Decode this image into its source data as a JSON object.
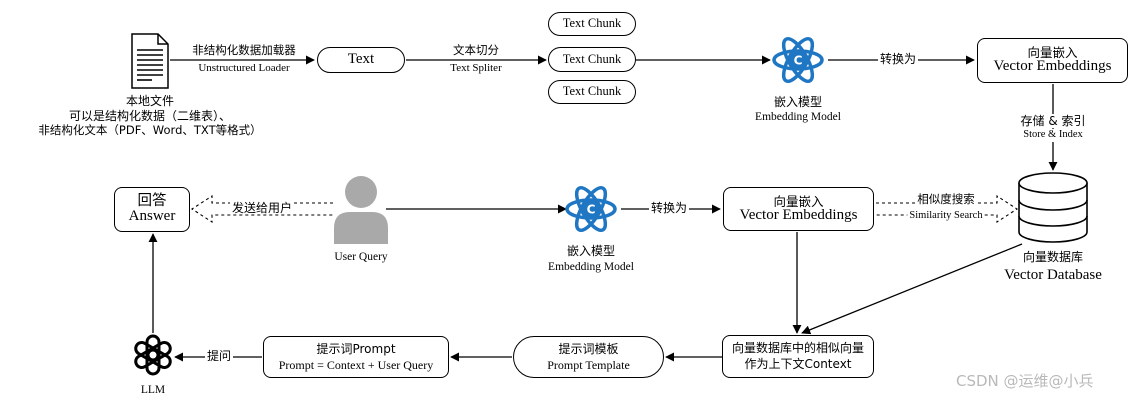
{
  "colors": {
    "embed_blue": "#1f77c4",
    "user_gray": "#a9a9a9",
    "line": "#000000"
  },
  "document": {
    "label_zh": "本地文件",
    "desc_line1": "可以是结构化数据（二维表）、",
    "desc_line2": "非结构化文本（PDF、Word、TXT等格式）",
    "icon": "document-icon"
  },
  "loader": {
    "zh": "非结构化数据加载器",
    "en": "Unstructured Loader"
  },
  "text_box": "Text",
  "splitter": {
    "zh": "文本切分",
    "en": "Text Spliter"
  },
  "chunks": [
    "Text Chunk",
    "Text Chunk",
    "Text Chunk"
  ],
  "embedding_top": {
    "zh": "嵌入模型",
    "en": "Embedding Model",
    "icon": "embedding-model-icon"
  },
  "convert_top": "转换为",
  "vector_top": {
    "zh": "向量嵌入",
    "en": "Vector Embeddings"
  },
  "store": {
    "zh": "存储 & 索引",
    "en": "Store & Index"
  },
  "database": {
    "zh": "向量数据库",
    "en": "Vector Database",
    "icon": "database-icon"
  },
  "answer": {
    "zh": "回答",
    "en": "Answer"
  },
  "send": "发送给用户",
  "user": {
    "label": "User Query",
    "icon": "user-icon"
  },
  "embedding_mid": {
    "zh": "嵌入模型",
    "en": "Embedding Model",
    "icon": "embedding-model-icon"
  },
  "convert_mid": "转换为",
  "vector_mid": {
    "zh": "向量嵌入",
    "en": "Vector Embeddings"
  },
  "similarity": {
    "zh": "相似度搜索",
    "en": "Similarity Search"
  },
  "context": {
    "line1": "向量数据库中的相似向量",
    "line2": "作为上下文Context"
  },
  "template": {
    "zh": "提示词模板",
    "en": "Prompt Template"
  },
  "prompt": {
    "zh": "提示词Prompt",
    "en": "Prompt = Context + User Query"
  },
  "ask": "提问",
  "llm": {
    "label": "LLM",
    "icon": "openai-logo-icon"
  },
  "watermark": "CSDN @运维@小兵"
}
